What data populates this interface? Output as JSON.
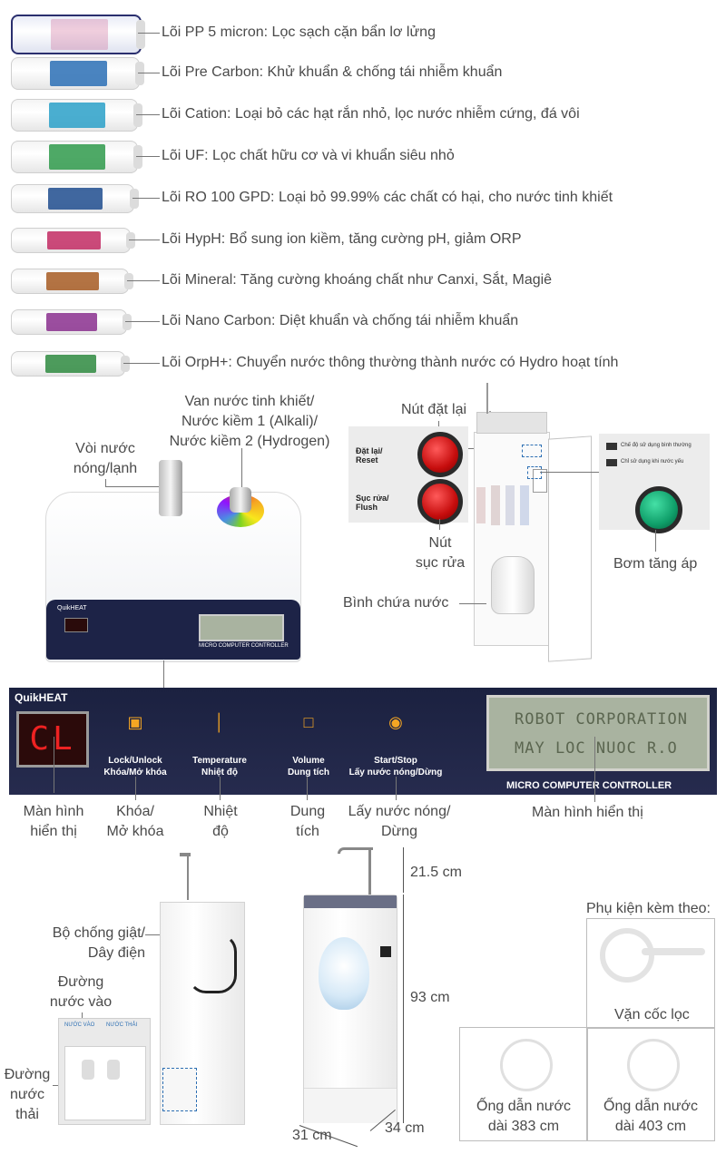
{
  "filters": [
    {
      "label": "Lõi PP 5 micron: Lọc sạch cặn bẩn lơ lửng",
      "color": "#c33a76"
    },
    {
      "label": "Lõi Pre Carbon: Khử khuẩn & chống tái nhiễm khuẩn",
      "color": "#2a6fb5"
    },
    {
      "label": "Lõi Cation: Loại bỏ các hạt rắn nhỏ, lọc nước nhiễm cứng, đá vôi",
      "color": "#2aa0c8"
    },
    {
      "label": "Lõi UF: Lọc chất hữu cơ và vi khuẩn siêu nhỏ",
      "color": "#2f9a4b"
    },
    {
      "label": "Lõi RO 100 GPD: Loại bỏ 99.99% các chất có hại, cho nước tinh khiết",
      "color": "#1f4c8e"
    },
    {
      "label": "Lõi HypH: Bổ sung ion kiềm, tăng cường pH, giảm ORP",
      "color": "#c22a63"
    },
    {
      "label": "Lõi Mineral: Tăng cường khoáng chất như Canxi, Sắt, Magiê",
      "color": "#a65a22"
    },
    {
      "label": "Lõi Nano Carbon: Diệt khuẩn và chống tái nhiễm khuẩn",
      "color": "#8a2f8e"
    },
    {
      "label": "Lõi OrpH+: Chuyển nước thông thường thành nước có Hydro hoạt tính",
      "color": "#2e8a3f"
    }
  ],
  "top_left": {
    "valve_label": "Van nước tinh khiết/\nNước kiềm 1 (Alkali)/\nNước kiềm 2 (Hydrogen)",
    "faucet_label": "Vòi nước\nnóng/lạnh",
    "mini_panel_brand": "QuikHEAT",
    "mini_controller": "MICRO COMPUTER CONTROLLER"
  },
  "top_right": {
    "reset_label": "Nút đặt lại",
    "reset_small": "Đặt lại/\nReset",
    "flush_small": "Sục rửa/\nFlush",
    "flush_label": "Nút\nsục rửa",
    "tank_label": "Bình chứa nước",
    "pump_label": "Bơm tăng áp",
    "pump_note_1": "Chế độ sử dụng bình thường",
    "pump_note_2": "Chỉ sử dụng khi nước yếu"
  },
  "control_panel": {
    "brand": "QuikHEAT",
    "led": "CL",
    "buttons": [
      {
        "label": "Lock/Unlock\nKhóa/Mở khóa",
        "icon": "lock-icon"
      },
      {
        "label": "Temperature\nNhiệt độ",
        "icon": "thermometer-icon"
      },
      {
        "label": "Volume\nDung tích",
        "icon": "cup-icon"
      },
      {
        "label": "Start/Stop\nLấy nước nóng/Dừng",
        "icon": "hot-cup-icon"
      }
    ],
    "lcd_line1": "ROBOT CORPORATION",
    "lcd_line2": "MAY LOC NUOC R.O",
    "controller": "MICRO COMPUTER CONTROLLER"
  },
  "panel_callouts": {
    "screen_left": "Màn hình\nhiển thị",
    "lock": "Khóa/\nMở khóa",
    "temp": "Nhiệt\nđộ",
    "volume": "Dung\ntích",
    "start": "Lấy nước nóng/\nDừng",
    "screen_right": "Màn hình hiển thị"
  },
  "bottom": {
    "anti_shock": "Bộ chống giật/\nDây điện",
    "inlet": "Đường\nnước vào",
    "outlet": "Đường\nnước\nthải",
    "inlet_small": "NƯỚC VÀO",
    "outlet_small": "NƯỚC THẢI",
    "dim_top": "21.5 cm",
    "dim_height": "93 cm",
    "dim_width": "31 cm",
    "dim_depth": "34 cm",
    "accessories_title": "Phụ kiện kèm theo:",
    "wrench": "Vặn cốc lọc",
    "tube1": "Ống dẫn nước\ndài 383 cm",
    "tube2": "Ống dẫn nước\ndài 403 cm"
  }
}
